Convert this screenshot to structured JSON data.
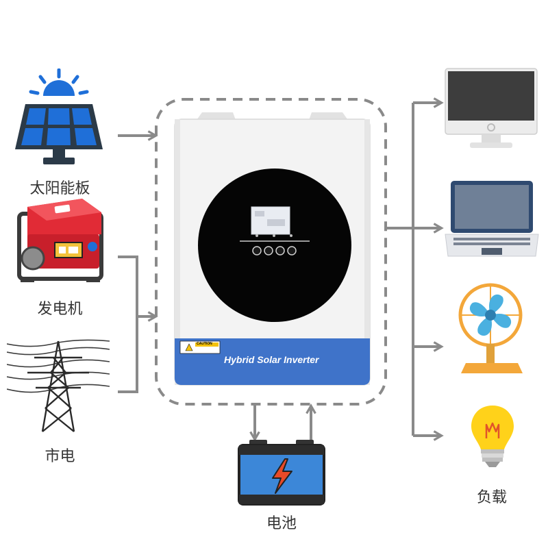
{
  "labels": {
    "solar": "太阳能板",
    "generator": "发电机",
    "grid": "市电",
    "battery": "电池",
    "load": "负载"
  },
  "inverter": {
    "name": "Hybrid Solar Inverter",
    "caution": "CAUTION"
  },
  "colors": {
    "solar_blue": "#1f6fd8",
    "dark": "#2b3a48",
    "arrow": "#8a8a8a",
    "inverter_band": "#3f73c9",
    "battery_blue": "#3c87d8",
    "battery_bolt": "#e84a27",
    "bulb_yellow": "#ffd21a",
    "fan_blue": "#4ab0e0",
    "fan_orange": "#f3a73a",
    "generator_red": "#e12b36"
  }
}
